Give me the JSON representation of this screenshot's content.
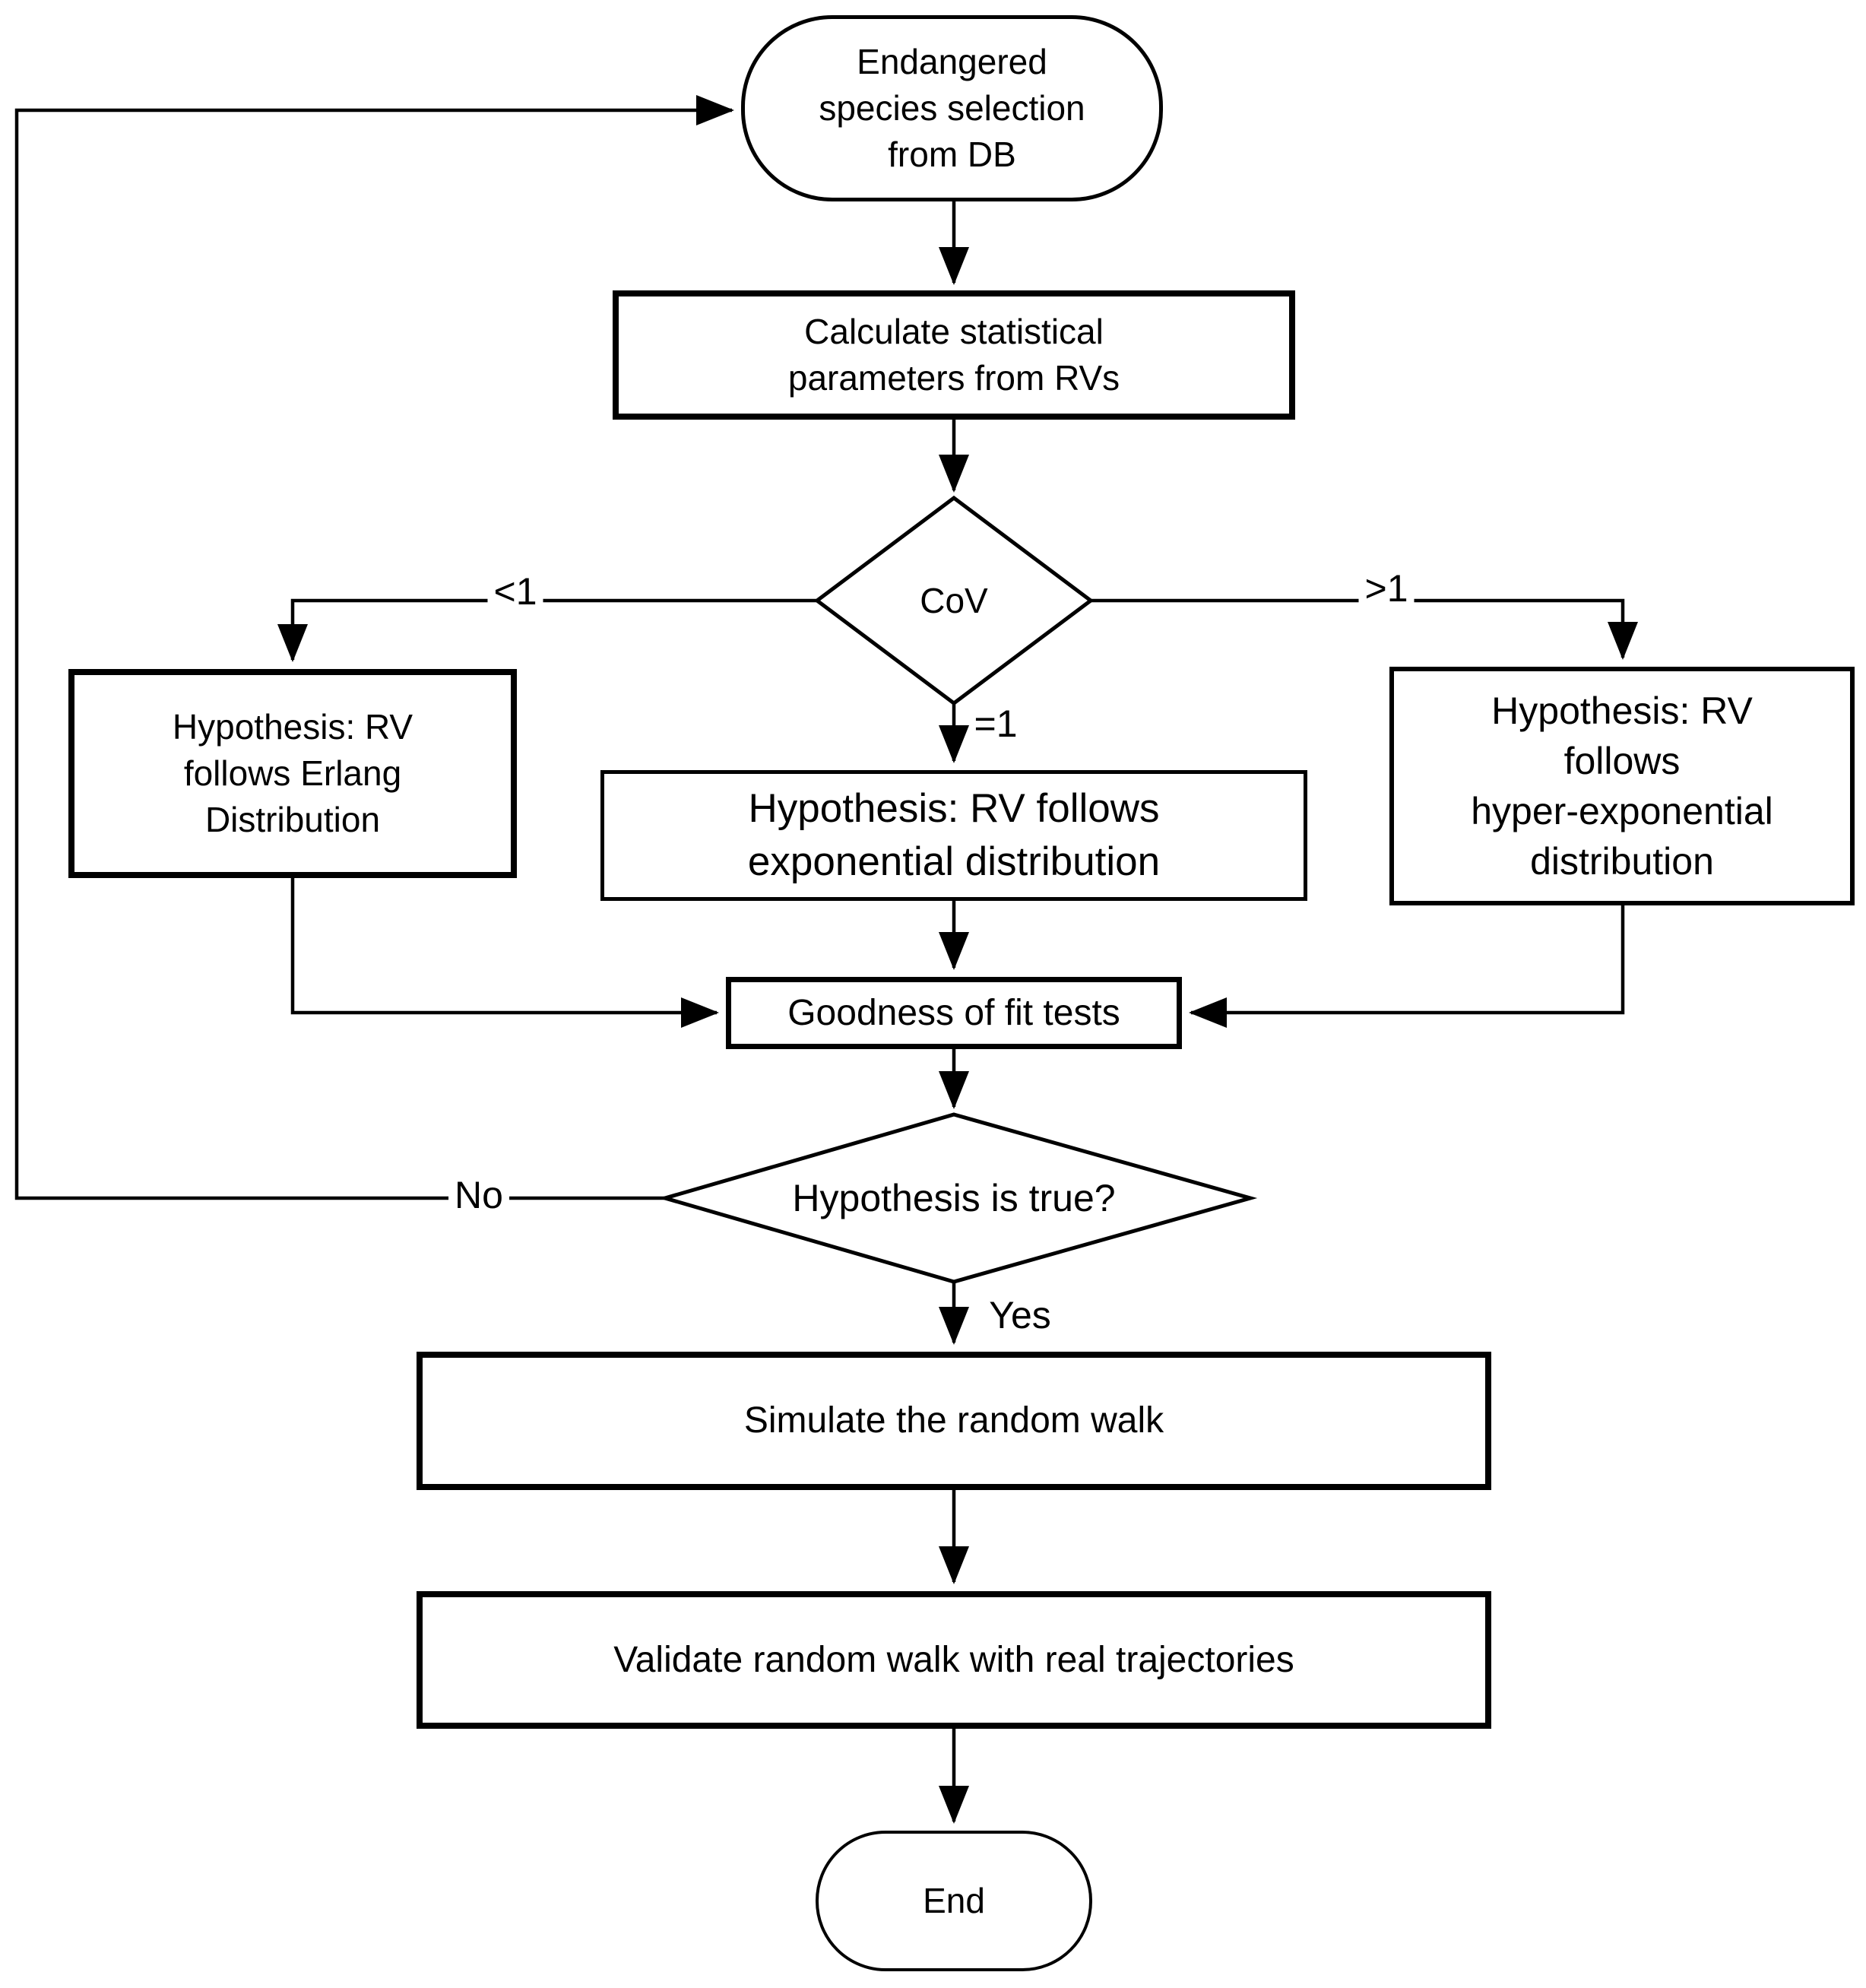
{
  "diagram": {
    "type": "flowchart",
    "colors": {
      "line": "#000000",
      "node_fill": "#ffffff",
      "text": "#000000",
      "background": "#ffffff"
    },
    "nodes": {
      "start": {
        "shape": "terminator",
        "lines": [
          "Endangered",
          "species selection",
          "from DB"
        ]
      },
      "calc": {
        "shape": "process",
        "lines": [
          "Calculate statistical",
          "parameters from RVs"
        ]
      },
      "cov": {
        "shape": "decision",
        "label": "CoV"
      },
      "erlang": {
        "shape": "process",
        "lines": [
          "Hypothesis: RV",
          "follows Erlang",
          "Distribution"
        ]
      },
      "exponential": {
        "shape": "process",
        "lines": [
          "Hypothesis: RV follows",
          "exponential distribution"
        ]
      },
      "hyper": {
        "shape": "process",
        "lines": [
          "Hypothesis: RV",
          "follows",
          "hyper-exponential",
          "distribution"
        ]
      },
      "goodness": {
        "shape": "process",
        "label": "Goodness of fit tests"
      },
      "hypothesis_true": {
        "shape": "decision",
        "label": "Hypothesis is true?"
      },
      "simulate": {
        "shape": "process",
        "label": "Simulate the random walk"
      },
      "validate": {
        "shape": "process",
        "label": "Validate random walk with real trajectories"
      },
      "end": {
        "shape": "terminator",
        "label": "End"
      }
    },
    "edge_labels": {
      "less_than_one": "<1",
      "greater_than_one": ">1",
      "equal_one": "=1",
      "no": "No",
      "yes": "Yes"
    }
  }
}
